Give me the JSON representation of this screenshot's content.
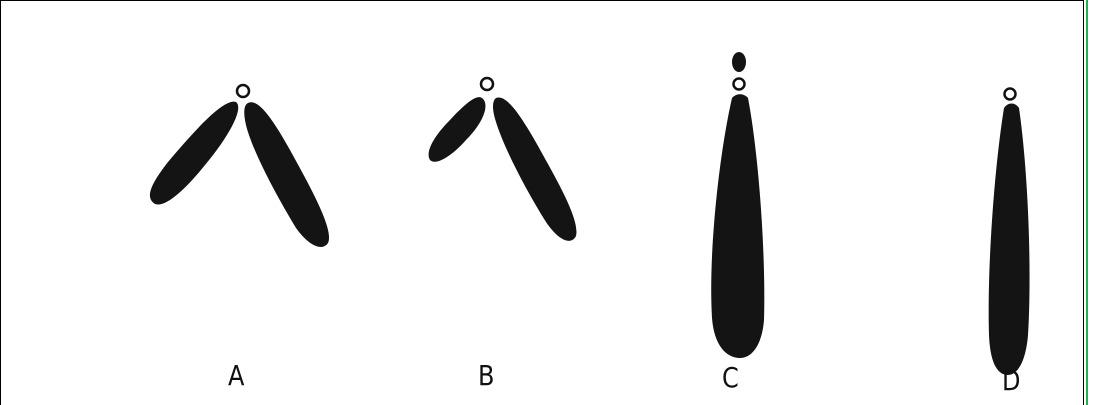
{
  "figure": {
    "labels": {
      "a": "A",
      "b": "B",
      "c": "C",
      "d": "D"
    },
    "colors": {
      "chromosome": "#141414",
      "centromere_ring": "#111111",
      "border": "#000000",
      "right_edge": "#22b14c"
    }
  }
}
